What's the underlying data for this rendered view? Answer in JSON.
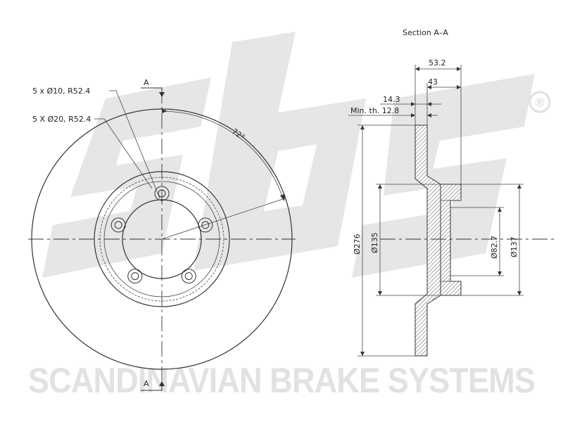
{
  "watermark": {
    "logo_text": "sbs",
    "registered_mark": "®",
    "brand_name": "SCANDINAVIAN BRAKE SYSTEMS"
  },
  "front_view": {
    "section_marker_top": "A",
    "section_marker_bottom": "A",
    "hole_callout_1": "5 x Ø10, R52.4",
    "hole_callout_2": "5 X Ø20, R52.4",
    "angle_label": "72°"
  },
  "section_view": {
    "title": "Section A–A",
    "dim_overall_width": "53.2",
    "dim_hat_depth": "43",
    "dim_disc_thickness": "14.3",
    "dim_min_thickness": "Min. th. 12.8",
    "dim_outer_diameter": "Ø276",
    "dim_hat_diameter": "Ø135",
    "dim_center_bore": "Ø82.7",
    "dim_hat_outer": "Ø137"
  },
  "colors": {
    "watermark": "#e2e2e2",
    "lines": "#333333"
  }
}
